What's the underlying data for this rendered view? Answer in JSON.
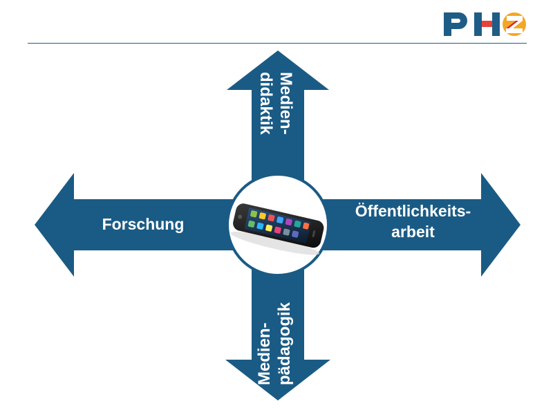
{
  "logo": {
    "text": "PHZ",
    "colors": {
      "primary": "#1f5d86",
      "accent": "#f5a623",
      "red": "#d8262b"
    }
  },
  "diagram": {
    "arrow_color": "#1a5b85",
    "center_icon": "smartphone-icon",
    "labels": {
      "top": [
        "Medien-",
        "didaktik"
      ],
      "left": "Forschung",
      "right": [
        "Öffentlichkeits-",
        "arbeit"
      ],
      "bottom": [
        "Medien-",
        "pädagogik"
      ]
    }
  }
}
